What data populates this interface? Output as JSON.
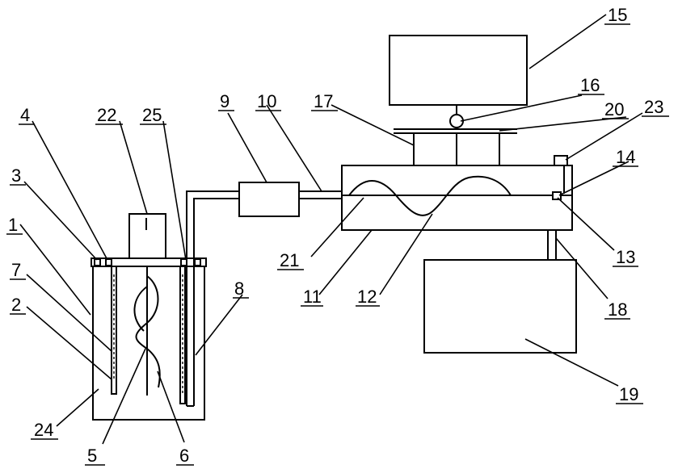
{
  "labels": {
    "l1": "1",
    "l2": "2",
    "l3": "3",
    "l4": "4",
    "l5": "5",
    "l6": "6",
    "l7": "7",
    "l8": "8",
    "l9": "9",
    "l10": "10",
    "l11": "11",
    "l12": "12",
    "l13": "13",
    "l14": "14",
    "l15": "15",
    "l16": "16",
    "l17": "17",
    "l18": "18",
    "l19": "19",
    "l20": "20",
    "l21": "21",
    "l22": "22",
    "l23": "23",
    "l24": "24",
    "l25": "25"
  },
  "colors": {
    "stroke": "#000000",
    "background": "#ffffff"
  }
}
